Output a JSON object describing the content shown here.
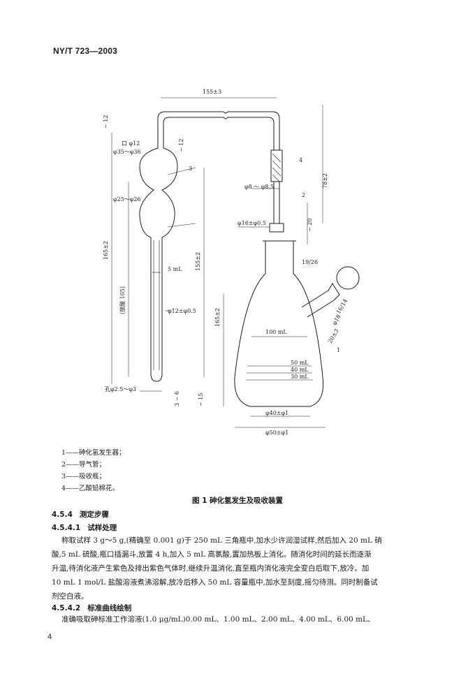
{
  "header": {
    "code": "NY/T 723—2003"
  },
  "figure": {
    "dimensions": {
      "top_width": "155±3",
      "d_12_top": "~ 12",
      "mouth": "口 φ12",
      "d_12_right": "~ 12",
      "bulb_top": "φ35～φ36",
      "bulb_bottom": "φ25～φ26",
      "label_3": "3",
      "label_4": "4",
      "tube_d": "φ8 ～ φ8.5",
      "label_2": "2",
      "h_78": "78±2",
      "neck_d": "φ16±φ0.5",
      "h_20": "~ 20",
      "h_165_left": "165±2",
      "h_105": "(放酸 105)",
      "mark_5ml": "5 mL",
      "h_155": "155±2",
      "tube_12": "φ12±φ0.5",
      "joint": "19/26",
      "h_165_flask": "165±2",
      "side_joint": "16/14",
      "side_18": "φ18",
      "side_20": "20±3",
      "mark_100": "100 mL",
      "label_1": "1",
      "mark_50": "50 mL",
      "mark_40": "40 mL",
      "mark_30": "30 mL",
      "hole": "孔φ2.5～φ3",
      "gap_36": "3 ~ 6",
      "gap_15": "~ 15",
      "base_40": "φ40±φ1",
      "base_50": "φ50±φ1"
    }
  },
  "legend": [
    "1——砷化氢发生器；",
    "2——导气管；",
    "3——吸收瓶；",
    "4——乙酸铅棉花。"
  ],
  "caption": "图 1  砷化氢发生及吸收装置",
  "sections": {
    "s454": {
      "num": "4.5.4",
      "title": "测定步骤"
    },
    "s4541": {
      "num": "4.5.4.1",
      "title": "试样处理"
    },
    "s4542": {
      "num": "4.5.4.2",
      "title": "标准曲线绘制"
    }
  },
  "paragraphs": {
    "p1": [
      "称取试样 3 g～5 g,(精确至 0.001 g)于 250 mL 三角瓶中,加水少许润湿试样,然后加入 20 mL 硝",
      "酸,5 mL 硫酸,瓶口插漏斗,放置 4 h,加入 5 mL 高氯酸,置加热板上消化。随消化时间的延长而逐渐",
      "升温,待消化液产生紫色及排出紫色气体时,继续升温消化,直至瓶内消化液完全变白后取下,放冷。加",
      "10 mL 1 mol/L 盐酸溶液煮沸溶解,放冷后移入 50 mL 容量瓶中,加水至刻度,摇匀待测。同时制备试",
      "剂空白液。"
    ],
    "p2": [
      "准确吸取砷标准工作溶液(1.0 μg/mL)0.00 mL、1.00 mL、2.00 mL、4.00 mL、6.00 mL、"
    ]
  },
  "page_number": "4"
}
